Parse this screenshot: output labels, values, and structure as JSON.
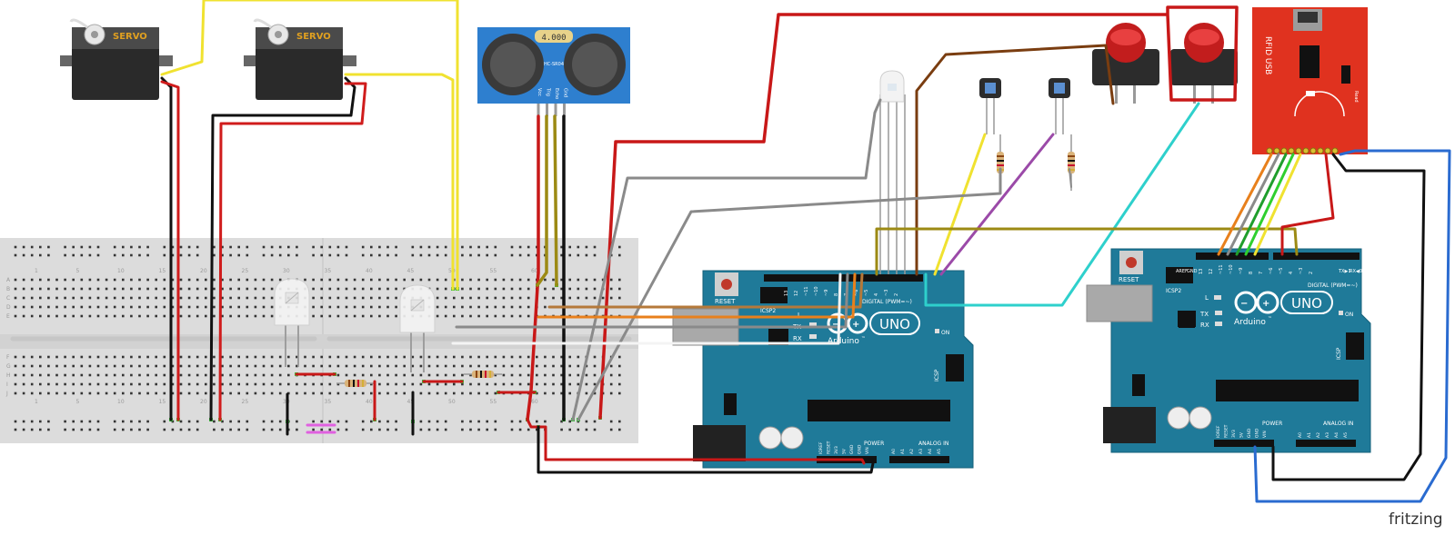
{
  "components": {
    "servo_label": "SERVO",
    "sensor_display": "4.000",
    "sensor_model": "HC-SR04",
    "sensor_pins": [
      "Vcc",
      "Trig",
      "Echo",
      "Gnd"
    ],
    "rfid_title": "RFID USB",
    "rfid_side": "Read",
    "watermark": "fritzing"
  },
  "breadboard": {
    "column_numbers": [
      "1",
      "5",
      "10",
      "15",
      "20",
      "25",
      "30",
      "35",
      "40",
      "45",
      "50",
      "55",
      "60"
    ],
    "row_letters_top": [
      "A",
      "B",
      "C",
      "D",
      "E"
    ],
    "row_letters_bottom": [
      "F",
      "G",
      "H",
      "I",
      "J"
    ]
  },
  "arduino": {
    "reset": "RESET",
    "icsp": "ICSP",
    "icsp2": "ICSP2",
    "uno": "UNO",
    "brand": "Arduino",
    "brand_mark": "™",
    "digital": "DIGITAL (PWM=~)",
    "power": "POWER",
    "analog": "ANALOG IN",
    "aref": "AREF",
    "gnd": "GND",
    "on": "ON",
    "l": "L",
    "tx": "TX",
    "rx": "RX",
    "tx_pin": "TX▶1",
    "rx_pin": "RX◀0",
    "digital_pins": [
      "13",
      "12",
      "~11",
      "~10",
      "~9",
      "8",
      "7",
      "~6",
      "~5",
      "4",
      "~3",
      "2"
    ],
    "power_pins": [
      "IOREF",
      "RESET",
      "3V3",
      "5V",
      "GND",
      "GND",
      "VIN"
    ],
    "analog_pins": [
      "A0",
      "A1",
      "A2",
      "A3",
      "A4",
      "A5"
    ]
  }
}
